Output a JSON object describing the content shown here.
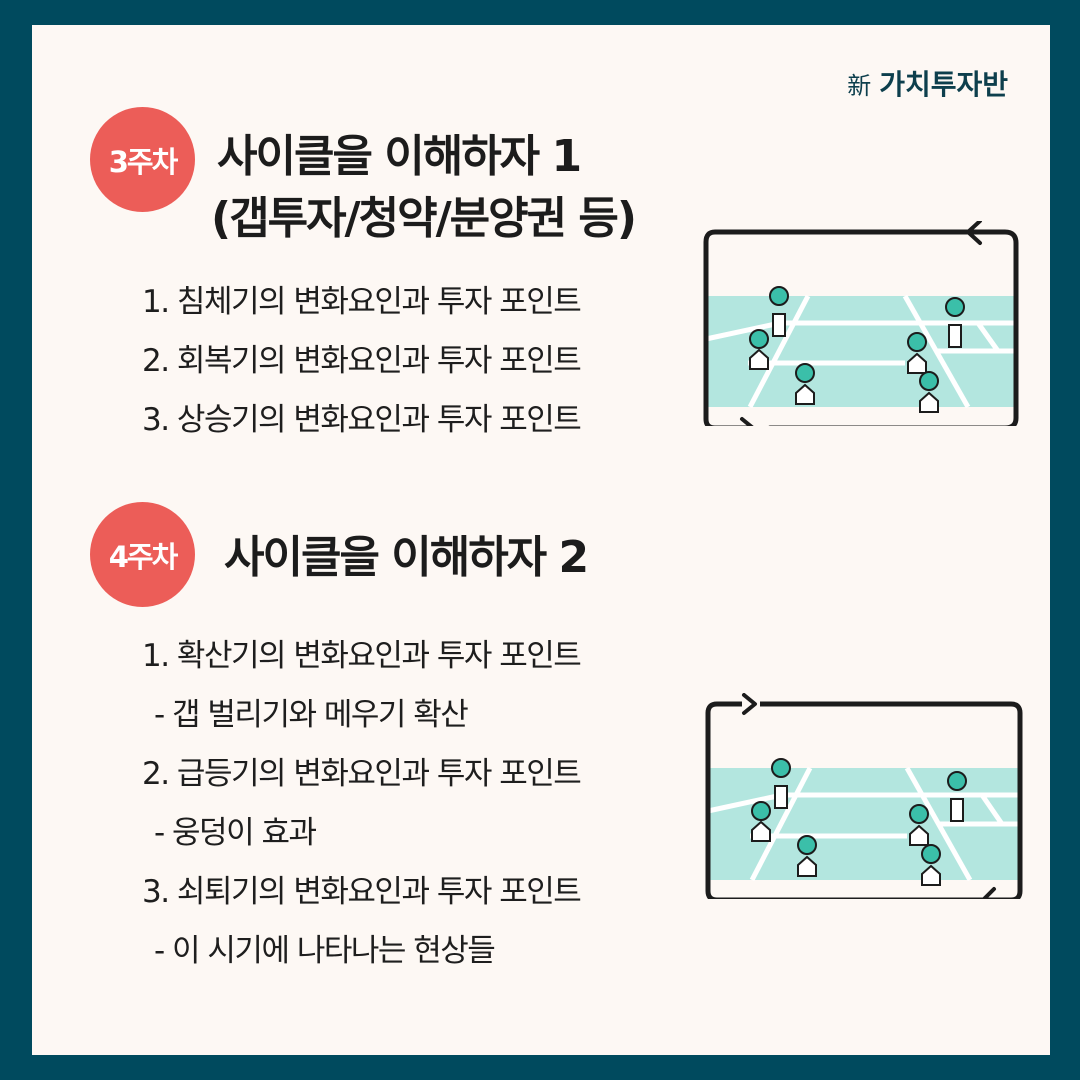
{
  "brand": {
    "prefix": "新",
    "name": "가치투자반"
  },
  "weeks": [
    {
      "badge": "3주차",
      "title_lines": [
        "사이클을 이해하자 1",
        "(갭투자/청약/분양권 등)"
      ],
      "items": [
        {
          "text": "1. 침체기의 변화요인과 투자 포인트",
          "type": "main"
        },
        {
          "text": "2. 회복기의 변화요인과 투자 포인트",
          "type": "main"
        },
        {
          "text": "3. 상승기의 변화요인과 투자 포인트",
          "type": "main"
        }
      ]
    },
    {
      "badge": "4주차",
      "title_lines": [
        "사이클을 이해하자 2"
      ],
      "items": [
        {
          "text": "1. 확산기의 변화요인과 투자 포인트",
          "type": "main"
        },
        {
          "text": "- 갭 벌리기와 메우기 확산",
          "type": "sub"
        },
        {
          "text": "2. 급등기의 변화요인과 투자 포인트",
          "type": "main"
        },
        {
          "text": "- 웅덩이 효과",
          "type": "sub"
        },
        {
          "text": "3. 쇠퇴기의 변화요인과 투자 포인트",
          "type": "main"
        },
        {
          "text": "- 이 시기에 나타나는 현상들",
          "type": "sub"
        }
      ]
    }
  ],
  "illustrations": [
    {
      "name": "cycle-map-illustration-top",
      "icon": "map-cycle-icon"
    },
    {
      "name": "cycle-map-illustration-bottom",
      "icon": "map-cycle-icon"
    }
  ],
  "colors": {
    "frame": "#004a5e",
    "background": "#fdf8f4",
    "badge": "#ec5d58",
    "map": "#b3e6df",
    "pin": "#3bbfa9",
    "heading": "#1c1c1c",
    "brand": "#0d3f4d"
  }
}
